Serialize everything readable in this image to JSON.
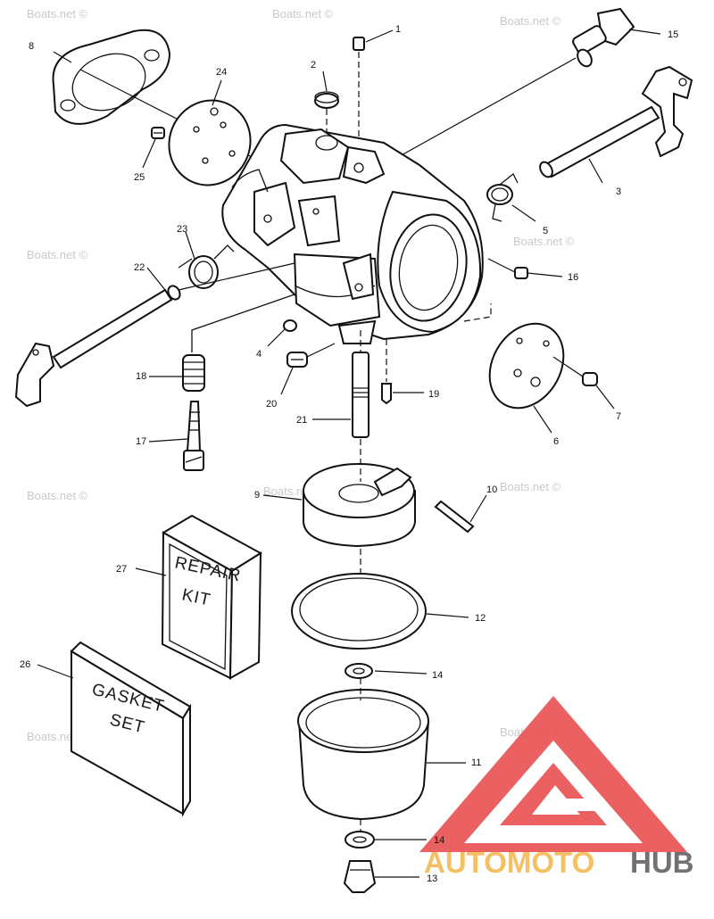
{
  "watermark": "Boats.net ©",
  "boxes": {
    "repair_kit": [
      "REPAIR",
      "KIT"
    ],
    "gasket_set": [
      "GASKET",
      "SET"
    ]
  },
  "callouts": [
    "1",
    "2",
    "3",
    "4",
    "5",
    "6",
    "7",
    "8",
    "9",
    "10",
    "11",
    "12",
    "13",
    "14",
    "14",
    "15",
    "16",
    "17",
    "18",
    "19",
    "20",
    "21",
    "22",
    "23",
    "24",
    "25",
    "26",
    "27"
  ],
  "logo": {
    "part1": "AUTOMOTO",
    "part2": "HUB",
    "color_primary": "#e84a4a",
    "color_text1": "#f2b64a",
    "color_text2": "#5a5a5a"
  }
}
